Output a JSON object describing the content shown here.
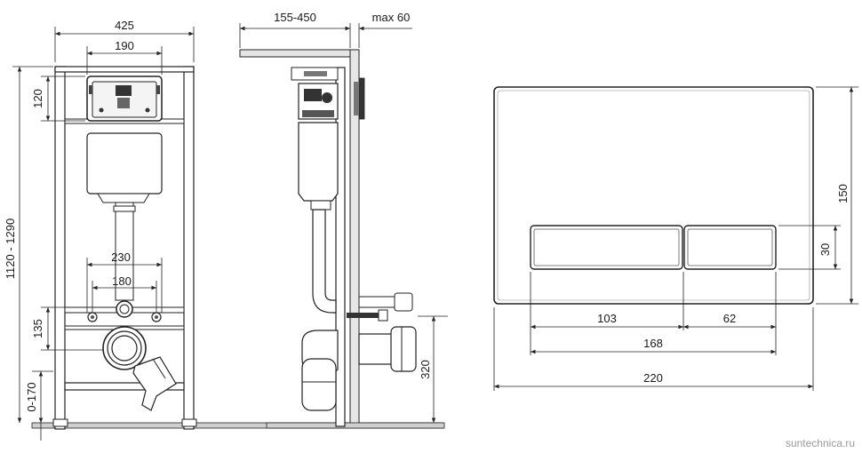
{
  "front_view": {
    "width": "425",
    "flush_plate_width": "190",
    "plate_height": "120",
    "frame_height": "1120 - 1290",
    "pipe_distance_outer": "230",
    "pipe_distance_inner": "180",
    "anchor_height": "135",
    "leg_adjustment": "0-170"
  },
  "side_view": {
    "depth": "155-450",
    "max_offset": "max 60",
    "drain_height": "320"
  },
  "flush_plate": {
    "height": "150",
    "button_height": "30",
    "large_button_width": "103",
    "small_button_width": "62",
    "buttons_total_width": "168",
    "plate_width": "220"
  },
  "watermark": "suntechnica.ru",
  "colors": {
    "line": "#222222",
    "fill_light": "#e6e6e6",
    "fill_mid": "#cfcfcf",
    "watermark": "#9a9a9a"
  }
}
